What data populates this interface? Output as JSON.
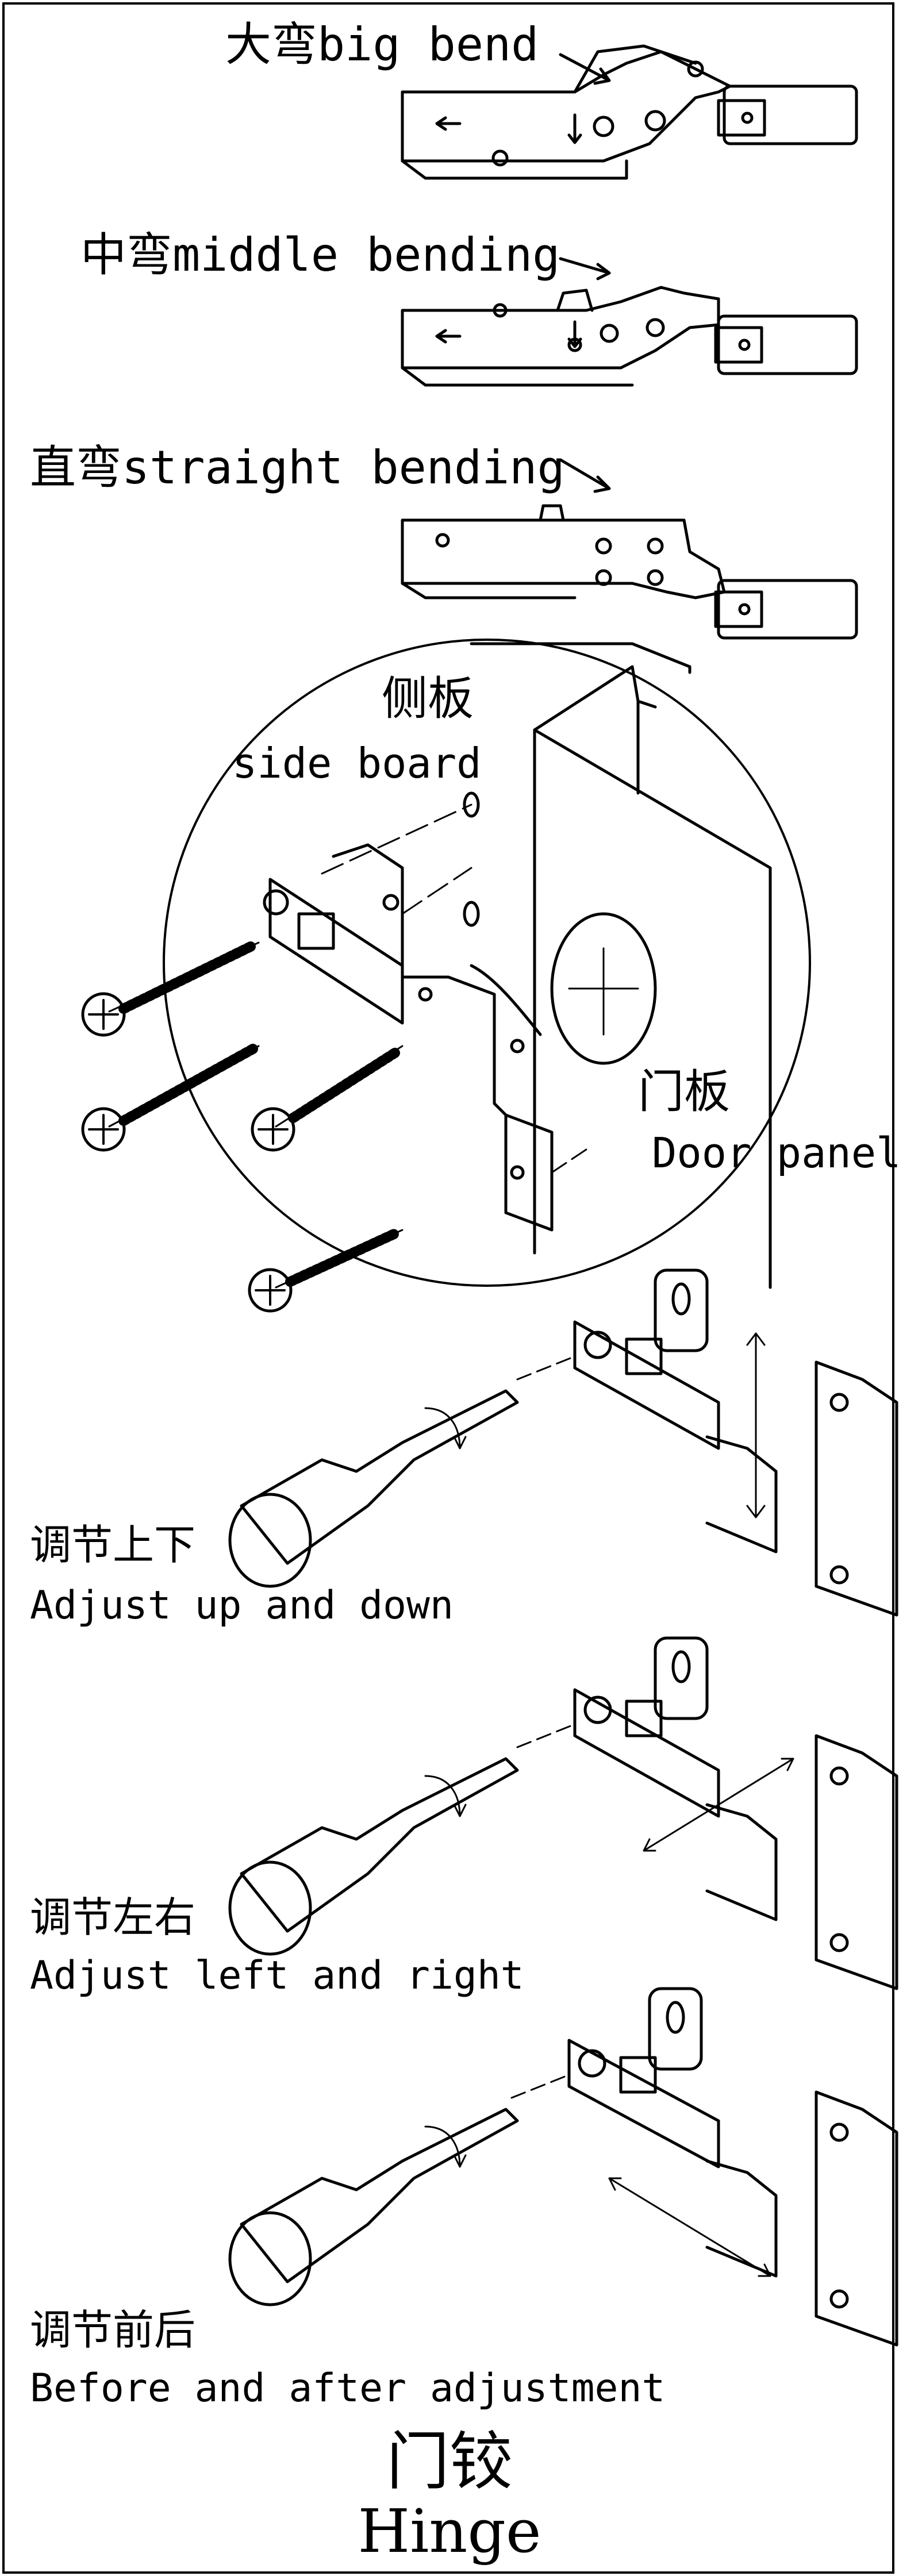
{
  "bends": [
    {
      "label": "大弯big bend"
    },
    {
      "label": "中弯middle bending"
    },
    {
      "label": "直弯straight bending"
    }
  ],
  "installation": {
    "side_board_cn": "侧板",
    "side_board_en": "side board",
    "door_panel_cn": "门板",
    "door_panel_en": "Door panel"
  },
  "adjustments": [
    {
      "cn": "调节上下",
      "en": "Adjust up and down"
    },
    {
      "cn": "调节左右",
      "en": "Adjust left and right"
    },
    {
      "cn": "调节前后",
      "en": "Before and after adjustment"
    }
  ],
  "caption": {
    "cn": "门铰",
    "en": "Hinge"
  },
  "colors": {
    "ink": "#000000",
    "background": "#ffffff"
  }
}
